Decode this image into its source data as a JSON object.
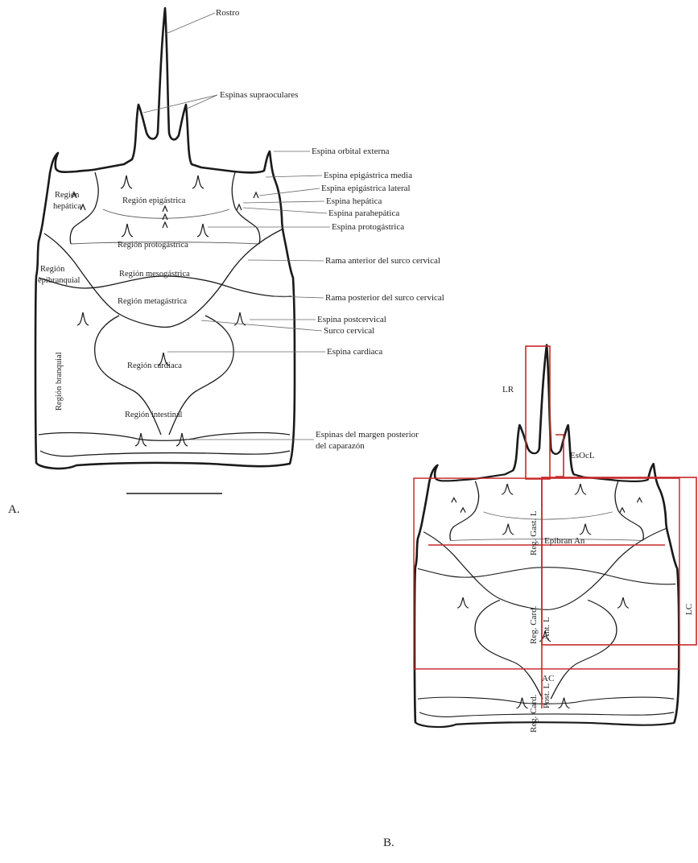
{
  "figure_a": {
    "panel_label": "A.",
    "callouts": {
      "rostro": "Rostro",
      "supraocular": "Espinas supraoculares",
      "orbital": "Espina orbital externa",
      "epig_media": "Espina epigástrica media",
      "epig_lateral": "Espina epigástrica lateral",
      "hepatica": "Espina hepática",
      "parahepatica": "Espina parahepática",
      "protogastrica": "Espina protogástrica",
      "rama_anterior": "Rama anterior del surco cervical",
      "rama_posterior": "Rama posterior del surco cervical",
      "postcervical": "Espina postcervical",
      "surco": "Surco cervical",
      "cardiaca": "Espina cardiaca",
      "margen_1": "Espinas del margen posterior",
      "margen_2": "del caparazón"
    },
    "regions": {
      "hepatica_1": "Región",
      "hepatica_2": "hepática",
      "epigastrica": "Región epigástrica",
      "protogastrica": "Región protogástrica",
      "epibranquial_1": "Región",
      "epibranquial_2": "epibranquial",
      "mesogastrica": "Región mesogástrica",
      "metagastrica": "Región metagástrica",
      "branquial": "Región branquial",
      "cardiaca": "Región cardiaca",
      "intestinal": "Región intestinal"
    }
  },
  "figure_b": {
    "panel_label": "B.",
    "measures": {
      "lr": "LR",
      "esocl": "EsOcL",
      "lc": "LC",
      "ac": "AC",
      "epibran": "Epibran An",
      "gast": "Reg. Gast. L",
      "card_ant_1": "Reg. Card.",
      "card_ant_2": "Ant. L",
      "card_post_1": "Reg. Card.",
      "card_post_2": "Post. L"
    },
    "colors": {
      "measurement": "#c8282a",
      "outline": "#1a1a1a"
    }
  }
}
